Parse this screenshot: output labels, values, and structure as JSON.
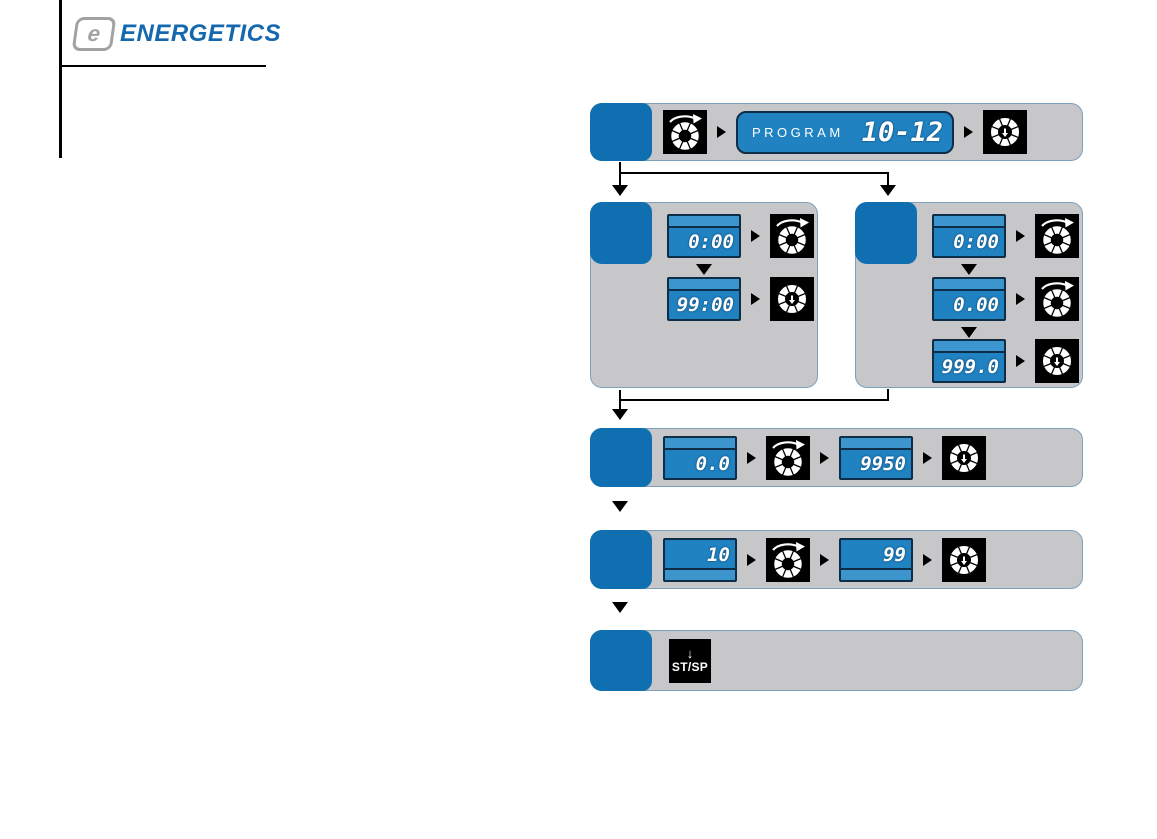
{
  "logo": {
    "text": "ENERGETICS",
    "icon_letter": "e"
  },
  "colors": {
    "accent_blue": "#0f6fb0",
    "display_blue": "#2082c1",
    "display_strip_blue": "#3c95cc",
    "display_border": "#0e2d47",
    "panel_gray": "#c7c7ca",
    "panel_border": "#7da0bb",
    "icon_black": "#000000",
    "logo_blue": "#1568ad",
    "logo_gray": "#a2a2a2"
  },
  "icons": {
    "rotate_dial": "rotate-dial-icon",
    "press_dial": "press-dial-icon",
    "start_stop": "st-sp-button-icon",
    "arrow_right": "arrow-right-icon",
    "arrow_down": "arrow-down-icon"
  },
  "flow": {
    "program_row": {
      "display_label": "PROGRAM",
      "display_value": "10-12"
    },
    "left_panel": {
      "display1_value": "0:00",
      "display2_value": "99:00"
    },
    "right_panel": {
      "display1_value": "0:00",
      "display2_value": "0.00",
      "display3_value": "999.0"
    },
    "speed_row": {
      "display1_value": "0.0",
      "display2_value": "9950"
    },
    "level_row": {
      "display1_value": "10",
      "display2_value": "99"
    },
    "start_row": {
      "button_arrow": "↓",
      "button_label": "ST/SP"
    }
  }
}
